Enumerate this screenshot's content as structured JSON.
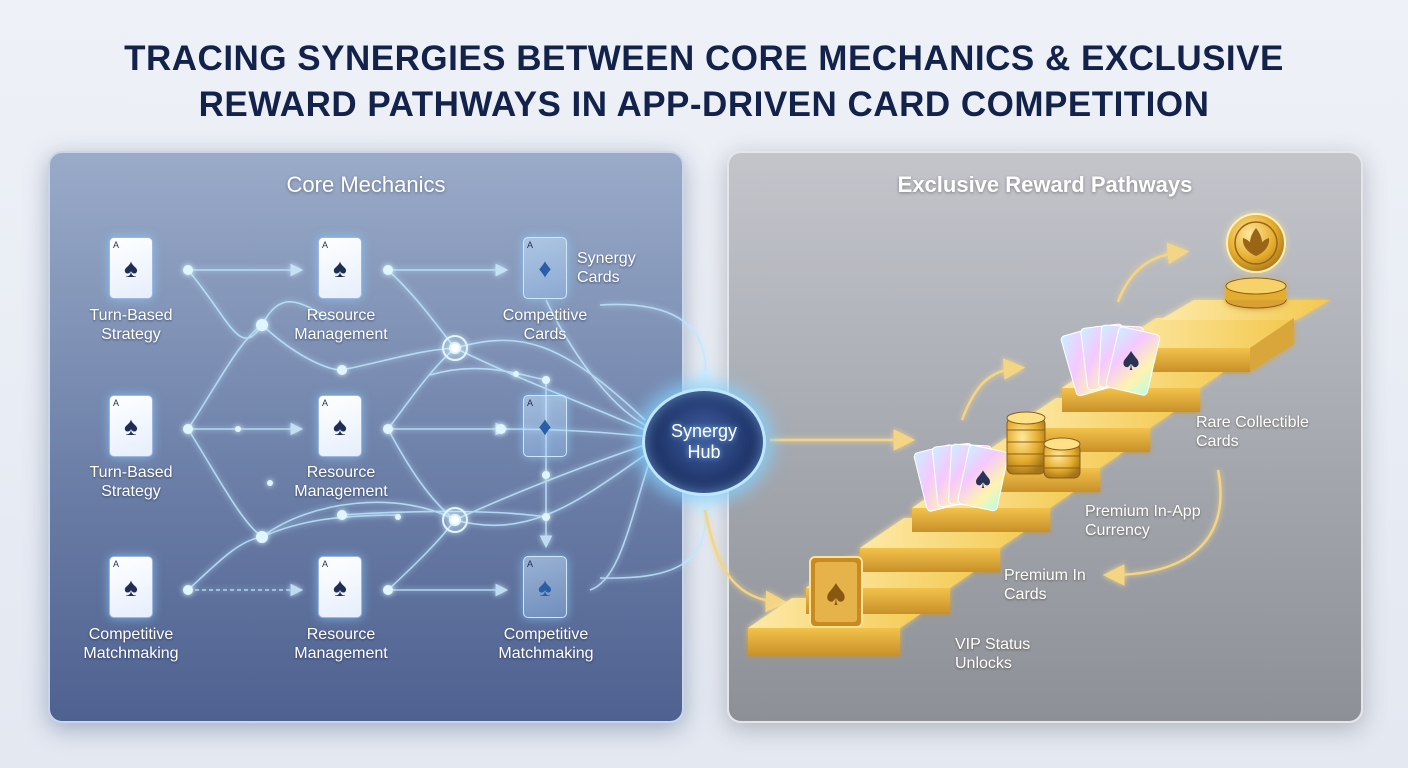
{
  "title": "TRACING SYNERGIES BETWEEN CORE MECHANICS & EXCLUSIVE\nREWARD PATHWAYS IN APP-DRIVEN CARD COMPETITION",
  "core_panel": {
    "title": "Core Mechanics",
    "nodes": [
      {
        "label": "Turn-Based\nStrategy",
        "icon": "spade-card-icon"
      },
      {
        "label": "Resource\nManagement",
        "icon": "spade-card-icon"
      },
      {
        "label": "Synergy\nCards",
        "icon": "diamond-card-icon"
      },
      {
        "label": "Competitive\nCards",
        "icon": "diamond-card-icon"
      },
      {
        "label": "Turn-Based\nStrategy",
        "icon": "spade-card-icon"
      },
      {
        "label": "Resource\nManagement",
        "icon": "spade-card-icon"
      },
      {
        "label": "Competitive\nMatchmaking",
        "icon": "spade-card-icon"
      },
      {
        "label": "Resource\nManagement",
        "icon": "spade-card-icon"
      },
      {
        "label": "Competitive\nMatchmaking",
        "icon": "spade-card-icon"
      }
    ]
  },
  "hub": {
    "label": "Synergy\nHub"
  },
  "reward_panel": {
    "title": "Exclusive Reward Pathways",
    "steps": [
      {
        "label": "VIP Status\nUnlocks",
        "icon": "gold-card-icon"
      },
      {
        "label": "Premium In\nCards",
        "icon": "holo-cards-icon"
      },
      {
        "label": "Premium In-App\nCurrency",
        "icon": "coin-stack-icon"
      },
      {
        "label": "Rare Collectible\nCards",
        "icon": "holo-fan-cards-icon"
      }
    ],
    "top_icon": "gold-leaf-coin-icon"
  },
  "colors": {
    "glow": "#8fd8ff",
    "gold": "#f2c44a",
    "navy": "#13224a"
  }
}
